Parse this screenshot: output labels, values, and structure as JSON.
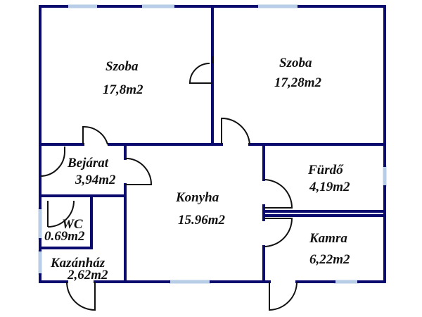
{
  "colors": {
    "wall": "#0a0a6e",
    "window": "#b8cde6",
    "door": "#111111"
  },
  "rooms": [
    {
      "name": "Szoba",
      "area": "17,8m2"
    },
    {
      "name": "Szoba",
      "area": "17,28m2"
    },
    {
      "name": "Bejárat",
      "area": "3,94m2"
    },
    {
      "name": "Konyha",
      "area": "15.96m2"
    },
    {
      "name": "Fürdő",
      "area": "4,19m2"
    },
    {
      "name": "WC",
      "area": "0.69m2"
    },
    {
      "name": "Kamra",
      "area": "6,22m2"
    },
    {
      "name": "Kazánház",
      "area": "2,62m2"
    }
  ]
}
